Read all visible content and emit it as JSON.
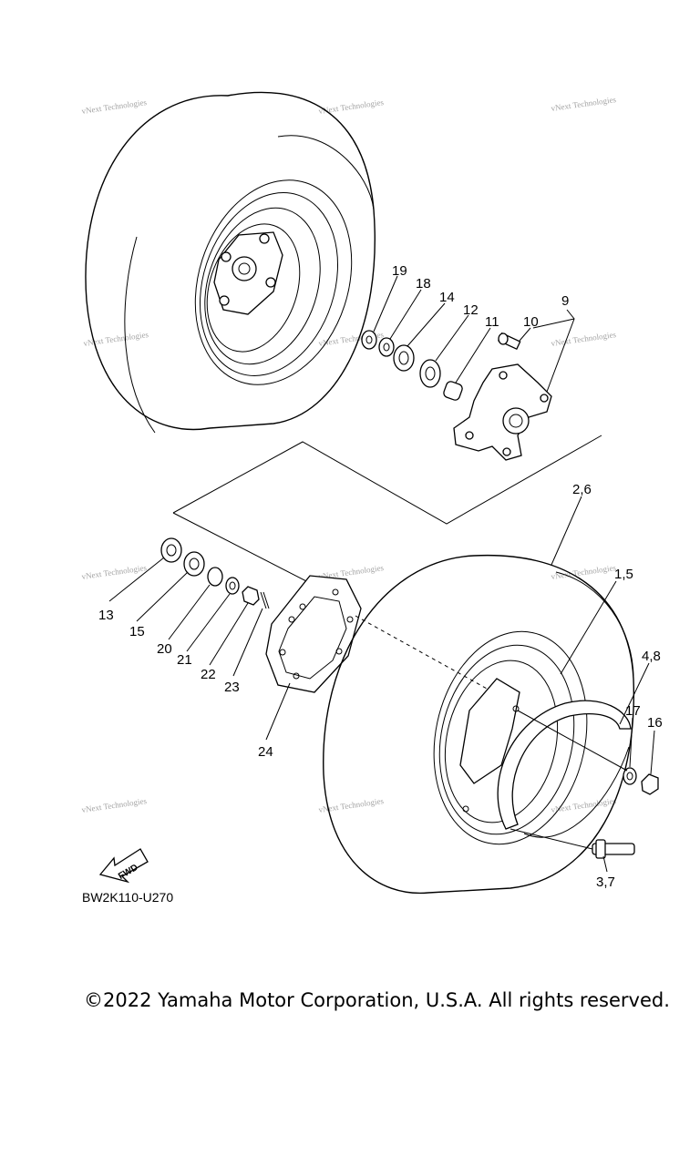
{
  "labels": {
    "l1": "1,5",
    "l2": "2,6",
    "l3": "3,7",
    "l4": "4,8",
    "l9": "9",
    "l10": "10",
    "l11": "11",
    "l12": "12",
    "l13": "13",
    "l14": "14",
    "l15": "15",
    "l16": "16",
    "l17": "17",
    "l18": "18",
    "l19": "19",
    "l20": "20",
    "l21": "21",
    "l22": "22",
    "l23": "23",
    "l24": "24"
  },
  "watermark": "vNext Technologies",
  "fwd_label": "FWD",
  "diagram_code": "BW2K110-U270",
  "copyright": "©2022 Yamaha Motor Corporation, U.S.A. All rights reserved."
}
